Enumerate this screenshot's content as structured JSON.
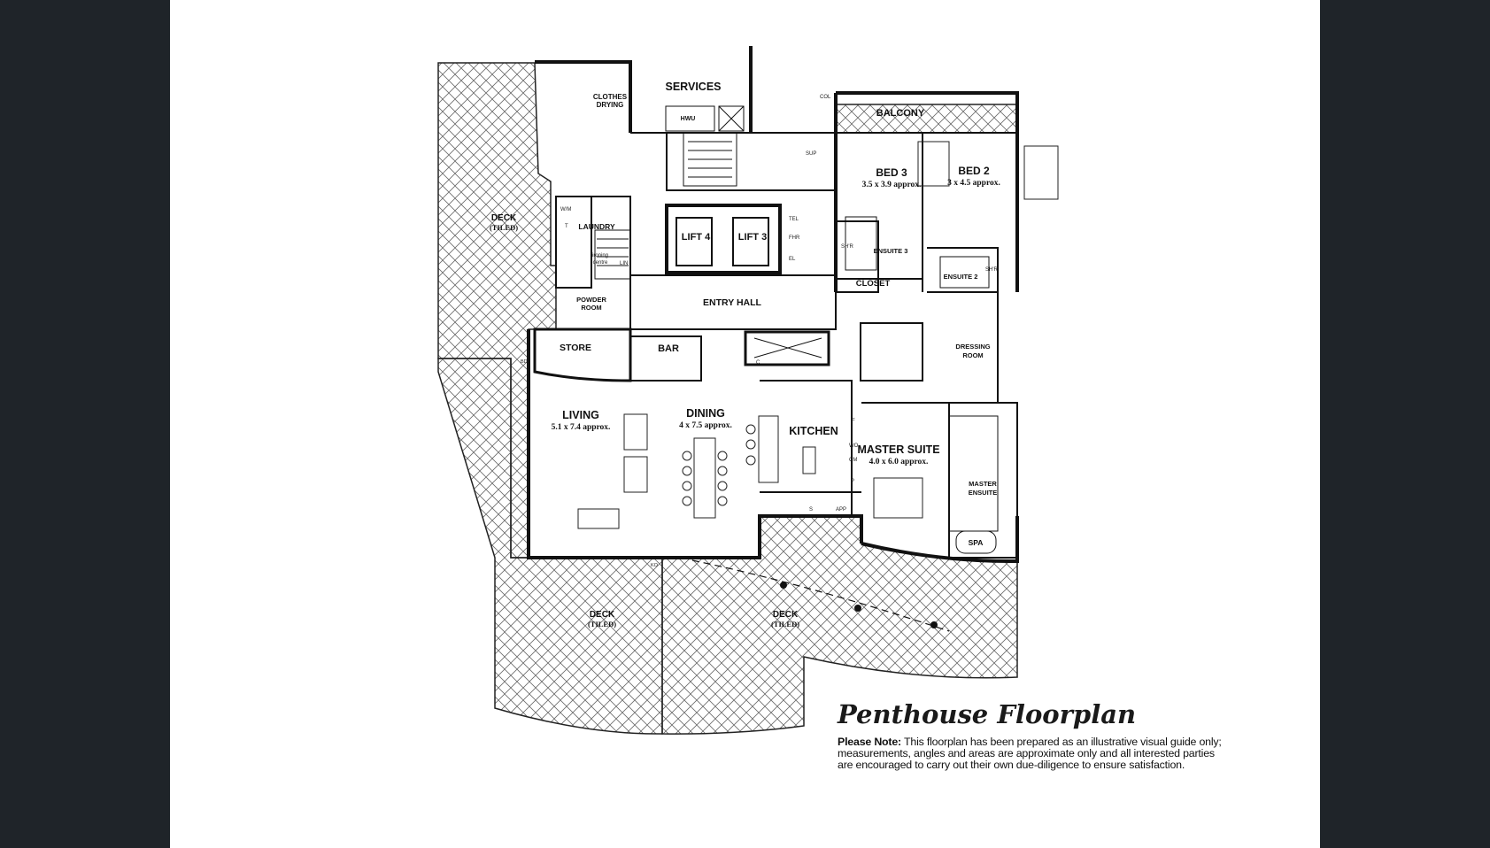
{
  "colors": {
    "frame": "#1f2429",
    "sheet": "#ffffff",
    "ink": "#111111"
  },
  "rooms": {
    "services": "SERVICES",
    "clothes_drying_1": "CLOTHES",
    "clothes_drying_2": "DRYING",
    "hwu": "HWU",
    "balcony": "BALCONY",
    "col": "COL",
    "bed3": "BED 3",
    "bed3_size": "3.5 x 3.9 approx.",
    "bed2": "BED 2",
    "bed2_size": "3 x 4.5 approx.",
    "deck_top_left": "DECK",
    "tiled": "(TILED)",
    "laundry": "LAUNDRY",
    "wm": "W/M",
    "t": "T",
    "ironing_1": "ironing",
    "ironing_2": "centre",
    "lin": "LIN",
    "lift4": "LIFT 4",
    "lift3": "LIFT 3",
    "tel": "TEL",
    "fhr": "FHR",
    "el": "EL",
    "sup": "SUP",
    "ensuite3": "ENSUITE 3",
    "shr": "SH'R",
    "closet": "CLOSET",
    "ensuite2": "ENSUITE 2",
    "powder_1": "POWDER",
    "powder_2": "ROOM",
    "entry_hall": "ENTRY HALL",
    "store": "STORE",
    "bar": "BAR",
    "c": "C",
    "dressing_1": "DRESSING",
    "dressing_2": "ROOM",
    "living": "LIVING",
    "living_size": "5.1 x 7.4 approx.",
    "dining": "DINING",
    "dining_size": "4 x 7.5 approx.",
    "kitchen": "KITCHEN",
    "f": "F",
    "wo": "WO",
    "cm": "CM",
    "p": "P",
    "s": "S",
    "app": "APP",
    "master_suite": "MASTER SUITE",
    "master_size": "4.0 x 6.0 approx.",
    "master_ensuite_1": "MASTER",
    "master_ensuite_2": "ENSUITE",
    "spa": "SPA",
    "deck_bottom_left": "DECK",
    "deck_bottom_right": "DECK",
    "ko": "KO",
    "bd": "BD"
  },
  "caption": {
    "title": "Penthouse Floorplan",
    "note_label": "Please Note:",
    "note_line1": " This floorplan has been prepared as an illustrative visual guide only;",
    "note_line2": "measurements, angles and areas are approximate only and all interested parties",
    "note_line3": "are encouraged to carry out their own due-diligence to ensure satisfaction."
  }
}
